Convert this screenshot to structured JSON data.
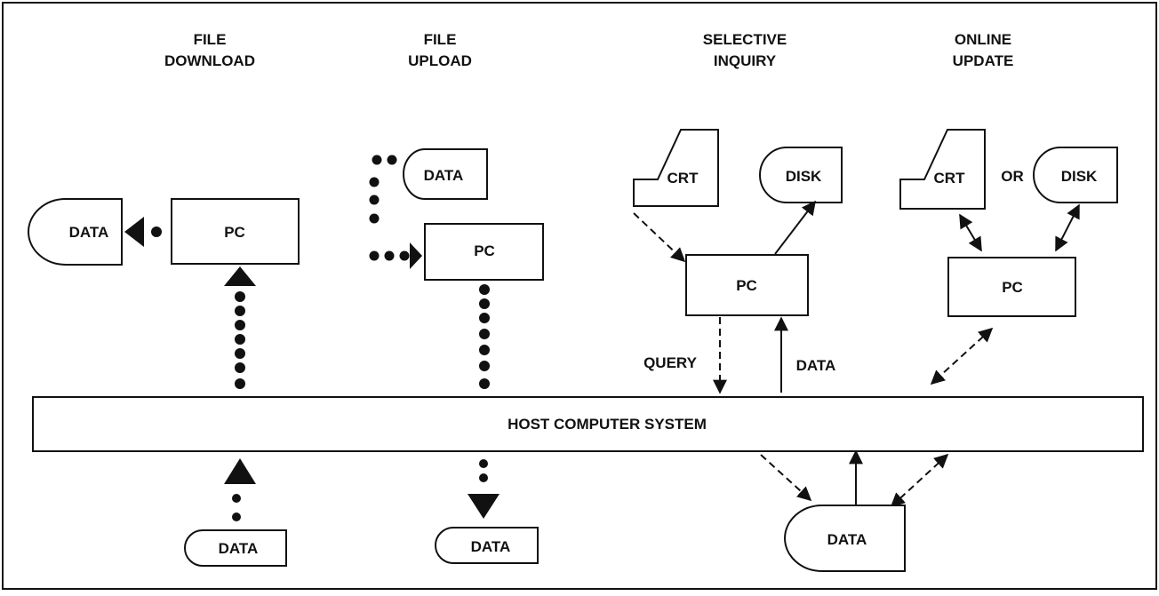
{
  "columns": [
    {
      "id": "download",
      "line1": "FILE",
      "line2": "DOWNLOAD"
    },
    {
      "id": "upload",
      "line1": "FILE",
      "line2": "UPLOAD"
    },
    {
      "id": "inquiry",
      "line1": "SELECTIVE",
      "line2": "INQUIRY"
    },
    {
      "id": "update",
      "line1": "ONLINE",
      "line2": "UPDATE"
    }
  ],
  "labels": {
    "pc": "PC",
    "data": "DATA",
    "disk": "DISK",
    "crt": "CRT",
    "or": "OR",
    "query": "QUERY",
    "host": "HOST COMPUTER SYSTEM"
  },
  "colors": {
    "ink": "#111111",
    "background": "#ffffff"
  }
}
